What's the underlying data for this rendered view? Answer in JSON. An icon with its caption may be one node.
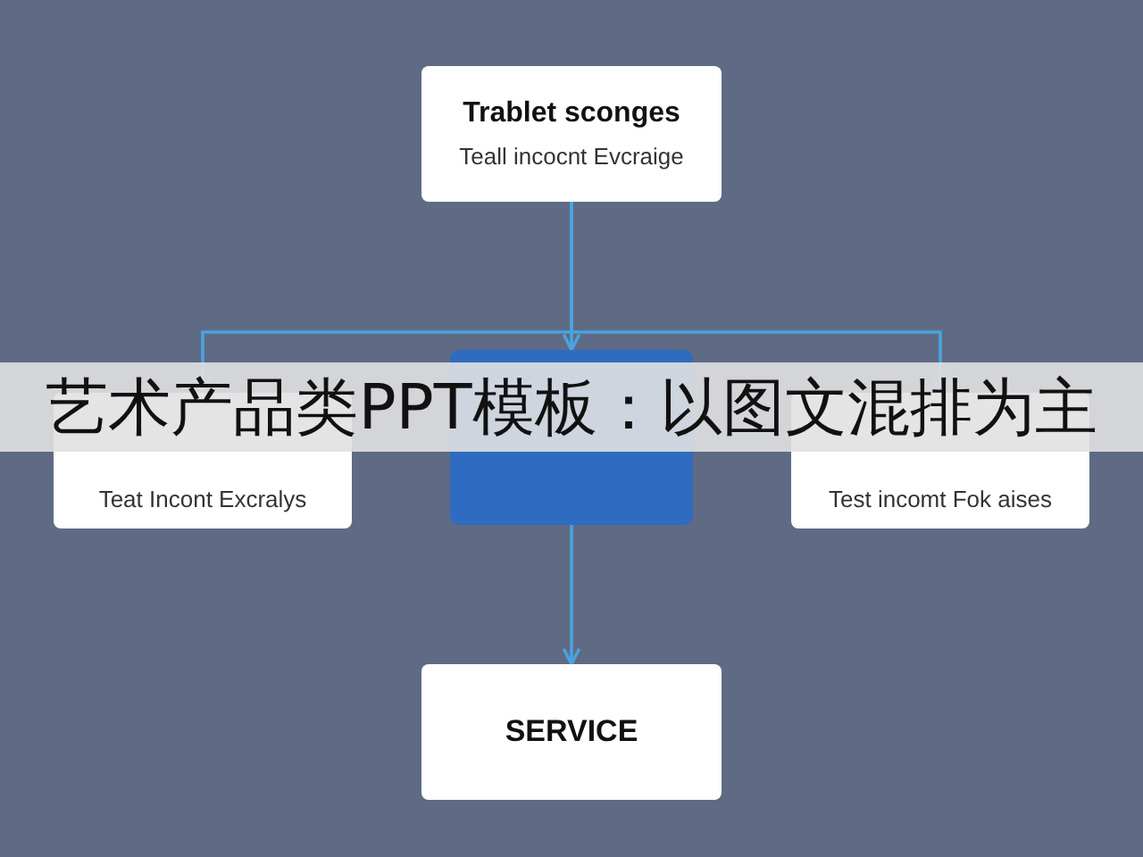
{
  "diagram": {
    "nodes": [
      {
        "text": [
          "Trablet sconges",
          "Teall incocnt Evcraige"
        ]
      },
      {
        "text": [
          "Teat Incont Excralys"
        ]
      },
      {
        "text": [],
        "shape": "box"
      },
      {
        "text": [
          "Test incomt Fok aises"
        ]
      },
      {
        "text": [
          "SERVICE"
        ]
      }
    ],
    "edges": [
      {
        "from": 0,
        "to": 1,
        "arrow": "to"
      },
      {
        "from": 0,
        "to": 2,
        "arrow": "to"
      },
      {
        "from": 0,
        "to": 3,
        "arrow": "to"
      },
      {
        "from": 2,
        "to": 4,
        "arrow": "to"
      }
    ],
    "labels": [
      "艺术产品类PPT模板：以图文混排为主"
    ]
  }
}
